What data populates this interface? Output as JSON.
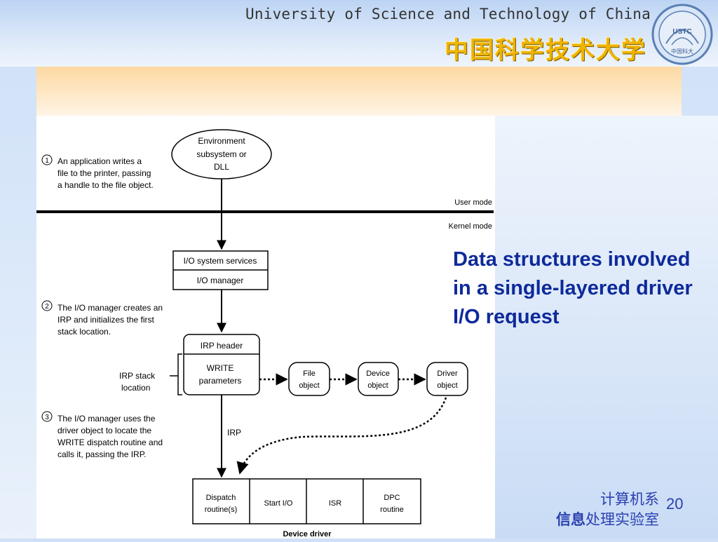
{
  "header": {
    "university_en": "University of Science and Technology of China",
    "university_cn": "中国科学技术大学",
    "logo_text": "USTC",
    "logo_cn": "中国科大"
  },
  "diagram": {
    "oval": [
      "Environment",
      "subsystem or",
      "DLL"
    ],
    "user_mode": "User mode",
    "kernel_mode": "Kernel mode",
    "io_services": "I/O system services",
    "io_manager": "I/O manager",
    "irp_header": "IRP header",
    "write_params": [
      "WRITE",
      "parameters"
    ],
    "irp_stack": [
      "IRP stack",
      "location"
    ],
    "objects": [
      [
        "File",
        "object"
      ],
      [
        "Device",
        "object"
      ],
      [
        "Driver",
        "object"
      ]
    ],
    "irp_label": "IRP",
    "driver_cells": [
      [
        "Dispatch",
        "routine(s)"
      ],
      [
        "Start I/O"
      ],
      [
        "ISR"
      ],
      [
        "DPC",
        "routine"
      ]
    ],
    "device_driver": "Device driver",
    "steps": [
      {
        "num": "1",
        "lines": [
          "An application writes a",
          "file to the printer, passing",
          "a handle to the file object."
        ]
      },
      {
        "num": "2",
        "lines": [
          "The I/O manager creates an",
          "IRP and initializes the first",
          "stack location."
        ]
      },
      {
        "num": "3",
        "lines": [
          "The I/O manager uses the",
          "driver object to locate the",
          "WRITE dispatch routine and",
          "calls it, passing the IRP."
        ]
      }
    ]
  },
  "caption": "Data structures involved in a single-layered driver I/O request",
  "footer": {
    "dept_line1": "计算机系",
    "dept_line2_bold": "信息",
    "dept_line2_rest": "处理实验室",
    "page_number": "20"
  },
  "colors": {
    "caption": "#0e2a9a",
    "cn_title": "#f0b400",
    "orange_band": "#fdd9a3"
  }
}
